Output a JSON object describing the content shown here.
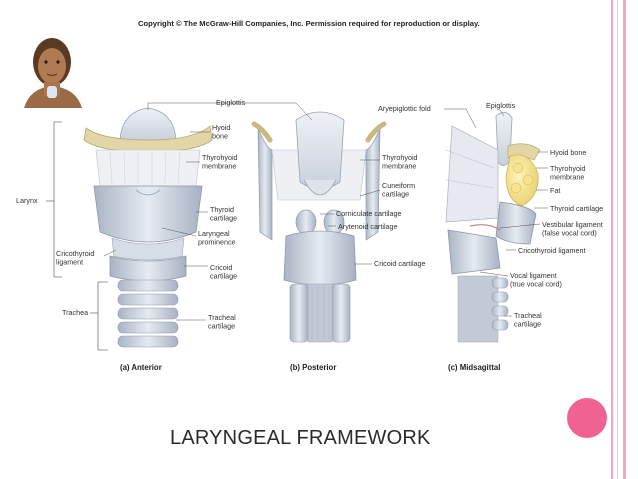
{
  "copyright": "Copyright © The McGraw-Hill Companies, Inc. Permission required for reproduction or display.",
  "slide_title": "LARYNGEAL FRAMEWORK",
  "colors": {
    "accent_pink": "#f06292",
    "stripe_pink": "#f2a6c4",
    "cartilage": "#cfd6e0",
    "bone": "#e3d6a6"
  },
  "figure": {
    "panel_a": {
      "caption": "(a) Anterior",
      "labels": {
        "epiglottis": "Epiglottis",
        "hyoid_bone": "Hyoid\nbone",
        "thyrohyoid_membrane": "Thyrohyoid\nmembrane",
        "thyroid_cartilage": "Thyroid\ncartilage",
        "laryngeal_prominence": "Laryngeal\nprominence",
        "cricoid_cartilage": "Cricoid\ncartilage",
        "tracheal_cartilage": "Tracheal\ncartilage",
        "larynx": "Larynx",
        "cricothyroid_ligament": "Cricothyroid\nligament",
        "trachea": "Trachea"
      }
    },
    "panel_b": {
      "caption": "(b) Posterior",
      "labels": {
        "thyrohyoid_membrane": "Thyrohyoid\nmembrane",
        "cuneiform_cartilage": "Cuneiform\ncartilage",
        "corniculate_cartilage": "Corniculate cartilage",
        "arytenoid_cartilage": "Arytenoid cartilage",
        "cricoid_cartilage": "Cricoid cartilage"
      }
    },
    "panel_c": {
      "caption": "(c) Midsagittal",
      "labels": {
        "aryepiglottic_fold": "Aryepiglottic fold",
        "epiglottis": "Epiglottis",
        "hyoid_bone": "Hyoid bone",
        "thyrohyoid_membrane": "Thyrohyoid\nmembrane",
        "fat": "Fat",
        "thyroid_cartilage": "Thyroid cartilage",
        "vestibular_ligament": "Vestibular ligament\n(false vocal cord)",
        "cricothyroid_ligament": "Cricothyroid ligament",
        "vocal_ligament": "Vocal ligament\n(true vocal cord)",
        "tracheal_cartilage": "Tracheal\ncartilage"
      }
    }
  }
}
